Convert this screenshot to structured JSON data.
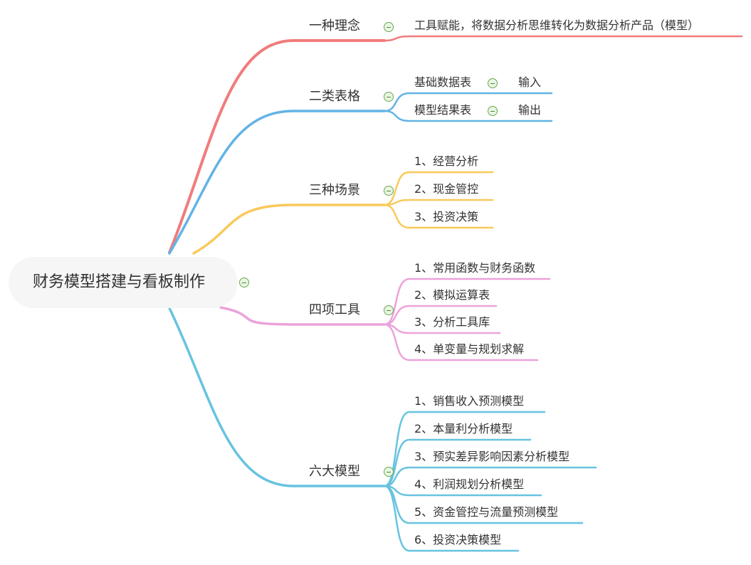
{
  "root": {
    "label": "财务模型搭建与看板制作"
  },
  "branches": [
    {
      "label": "一种理念",
      "color": "#f07c7c",
      "children": [
        {
          "label": "工具赋能，将数据分析思维转化为数据分析产品（模型）"
        }
      ]
    },
    {
      "label": "二类表格",
      "color": "#62b3e6",
      "children": [
        {
          "label": "基础数据表",
          "children": [
            {
              "label": "输入"
            }
          ]
        },
        {
          "label": "模型结果表",
          "children": [
            {
              "label": "输出"
            }
          ]
        }
      ]
    },
    {
      "label": "三种场景",
      "color": "#f9c95a",
      "children": [
        {
          "label": "1、经营分析"
        },
        {
          "label": "2、现金管控"
        },
        {
          "label": "3、投资决策"
        }
      ]
    },
    {
      "label": "四项工具",
      "color": "#eca2da",
      "children": [
        {
          "label": "1、常用函数与财务函数"
        },
        {
          "label": "2、模拟运算表"
        },
        {
          "label": "3、分析工具库"
        },
        {
          "label": "4、单变量与规划求解"
        }
      ]
    },
    {
      "label": "六大模型",
      "color": "#67c3e0",
      "children": [
        {
          "label": "1、销售收入预测模型"
        },
        {
          "label": "2、本量利分析模型"
        },
        {
          "label": "3、预实差异影响因素分析模型"
        },
        {
          "label": "4、利润规划分析模型"
        },
        {
          "label": "5、资金管控与流量预测模型"
        },
        {
          "label": "6、投资决策模型"
        }
      ]
    }
  ]
}
